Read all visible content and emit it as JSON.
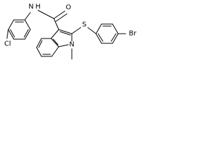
{
  "molecule": {
    "atoms": {
      "amide_nh": "N",
      "amide_h": "H",
      "carbonyl_o": "O",
      "chlorine": "Cl",
      "thioether_s": "S",
      "bromine": "Br",
      "indole_n": "N"
    }
  }
}
